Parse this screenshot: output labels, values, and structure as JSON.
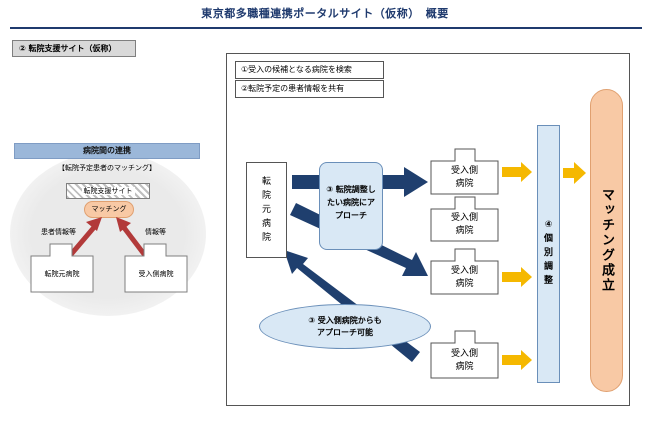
{
  "title": "東京都多職種連携ポータルサイト（仮称）　概要",
  "section_tag": "② 転院支援サイト（仮称）",
  "left_panel": {
    "header": "病院間の連携",
    "subtitle": "【転院予定患者のマッチング】",
    "system_label": "転院支援サイト",
    "matching_label": "マッチング",
    "left_info_label": "患者情報等",
    "right_info_label": "情報等",
    "origin_hospital": "転院元病院",
    "receiving_hospital": "受入側病院"
  },
  "flow": {
    "steps": [
      "①受入の候補となる病院を検索",
      "②転院予定の患者情報を共有"
    ],
    "origin_hospital": "転院元病院",
    "approach_label": "③ 転院調整したい病院にアプローチ",
    "reverse_label_line1": "③ 受入側病院からも",
    "reverse_label_line2": "アプローチ可能",
    "receiving_hospitals": [
      "受入側病院",
      "受入側病院",
      "受入側病院",
      "受入側病院"
    ],
    "adjustment_label": "④個別調整",
    "result_label": "マッチング成立"
  },
  "colors": {
    "navy_arrow": "#1f3f6e",
    "yellow_arrow": "#f5b800",
    "light_blue": "#d9e8f5",
    "peach": "#f8c9a5",
    "dark_red_arrow": "#b23a3a",
    "header_blue": "#9bb7d9"
  }
}
